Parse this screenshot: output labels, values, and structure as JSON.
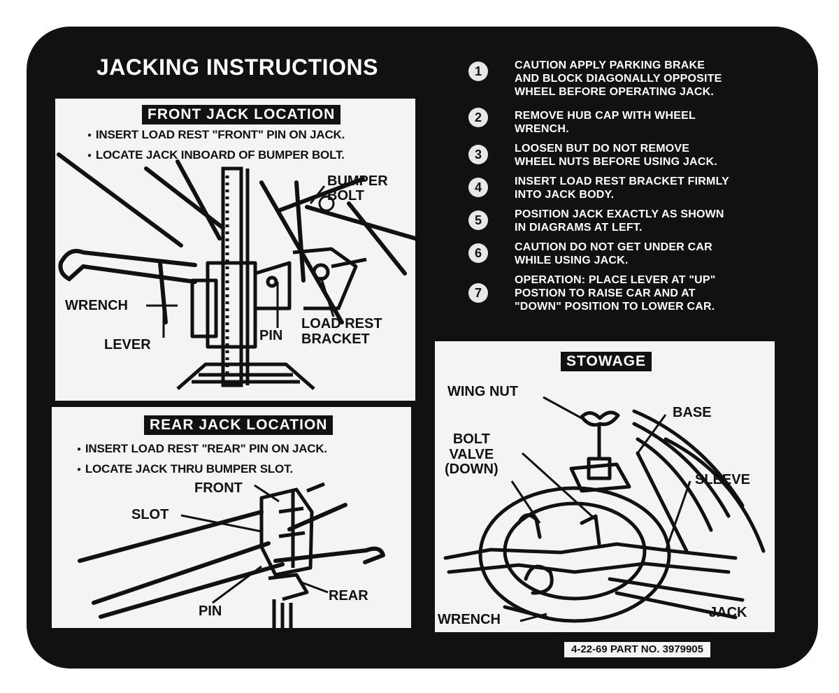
{
  "title": "JACKING INSTRUCTIONS",
  "front_panel": {
    "heading": "FRONT JACK LOCATION",
    "bullets": [
      "INSERT LOAD REST \"FRONT\" PIN ON JACK.",
      "LOCATE JACK INBOARD OF BUMPER BOLT."
    ],
    "labels": {
      "bumper_bolt": "BUMPER BOLT",
      "wrench": "WRENCH",
      "lever": "LEVER",
      "pin": "PIN",
      "load_rest_bracket": "LOAD REST BRACKET"
    }
  },
  "rear_panel": {
    "heading": "REAR JACK LOCATION",
    "bullets": [
      "INSERT LOAD REST \"REAR\" PIN ON JACK.",
      "LOCATE JACK THRU BUMPER SLOT."
    ],
    "labels": {
      "front": "FRONT",
      "slot": "SLOT",
      "pin": "PIN",
      "rear": "REAR"
    }
  },
  "steps": [
    {
      "num": "1",
      "text": "CAUTION APPLY PARKING BRAKE\nAND BLOCK DIAGONALLY OPPOSITE\nWHEEL BEFORE OPERATING JACK."
    },
    {
      "num": "2",
      "text": "REMOVE HUB CAP WITH WHEEL WRENCH."
    },
    {
      "num": "3",
      "text": "LOOSEN BUT DO NOT REMOVE\nWHEEL NUTS BEFORE USING JACK."
    },
    {
      "num": "4",
      "text": "INSERT LOAD REST BRACKET FIRMLY\nINTO JACK BODY."
    },
    {
      "num": "5",
      "text": "POSITION JACK EXACTLY AS SHOWN\nIN DIAGRAMS AT LEFT."
    },
    {
      "num": "6",
      "text": "CAUTION DO NOT GET UNDER CAR\nWHILE USING JACK."
    },
    {
      "num": "7",
      "text": "OPERATION: PLACE LEVER AT \"UP\"\nPOSTION TO RAISE CAR AND AT\n\"DOWN\" POSITION TO LOWER CAR."
    }
  ],
  "stowage_panel": {
    "heading": "STOWAGE",
    "labels": {
      "wing_nut": "WING NUT",
      "base": "BASE",
      "bolt_valve_down": "BOLT\nVALVE\n(DOWN)",
      "sleeve": "SLEEVE",
      "wrench": "WRENCH",
      "jack": "JACK"
    }
  },
  "part_number": "4-22-69 PART NO. 3979905",
  "colors": {
    "decal_background": "#111111",
    "panel_background": "#f4f4f2",
    "text_on_dark": "#ffffff",
    "text_on_light": "#111111"
  }
}
